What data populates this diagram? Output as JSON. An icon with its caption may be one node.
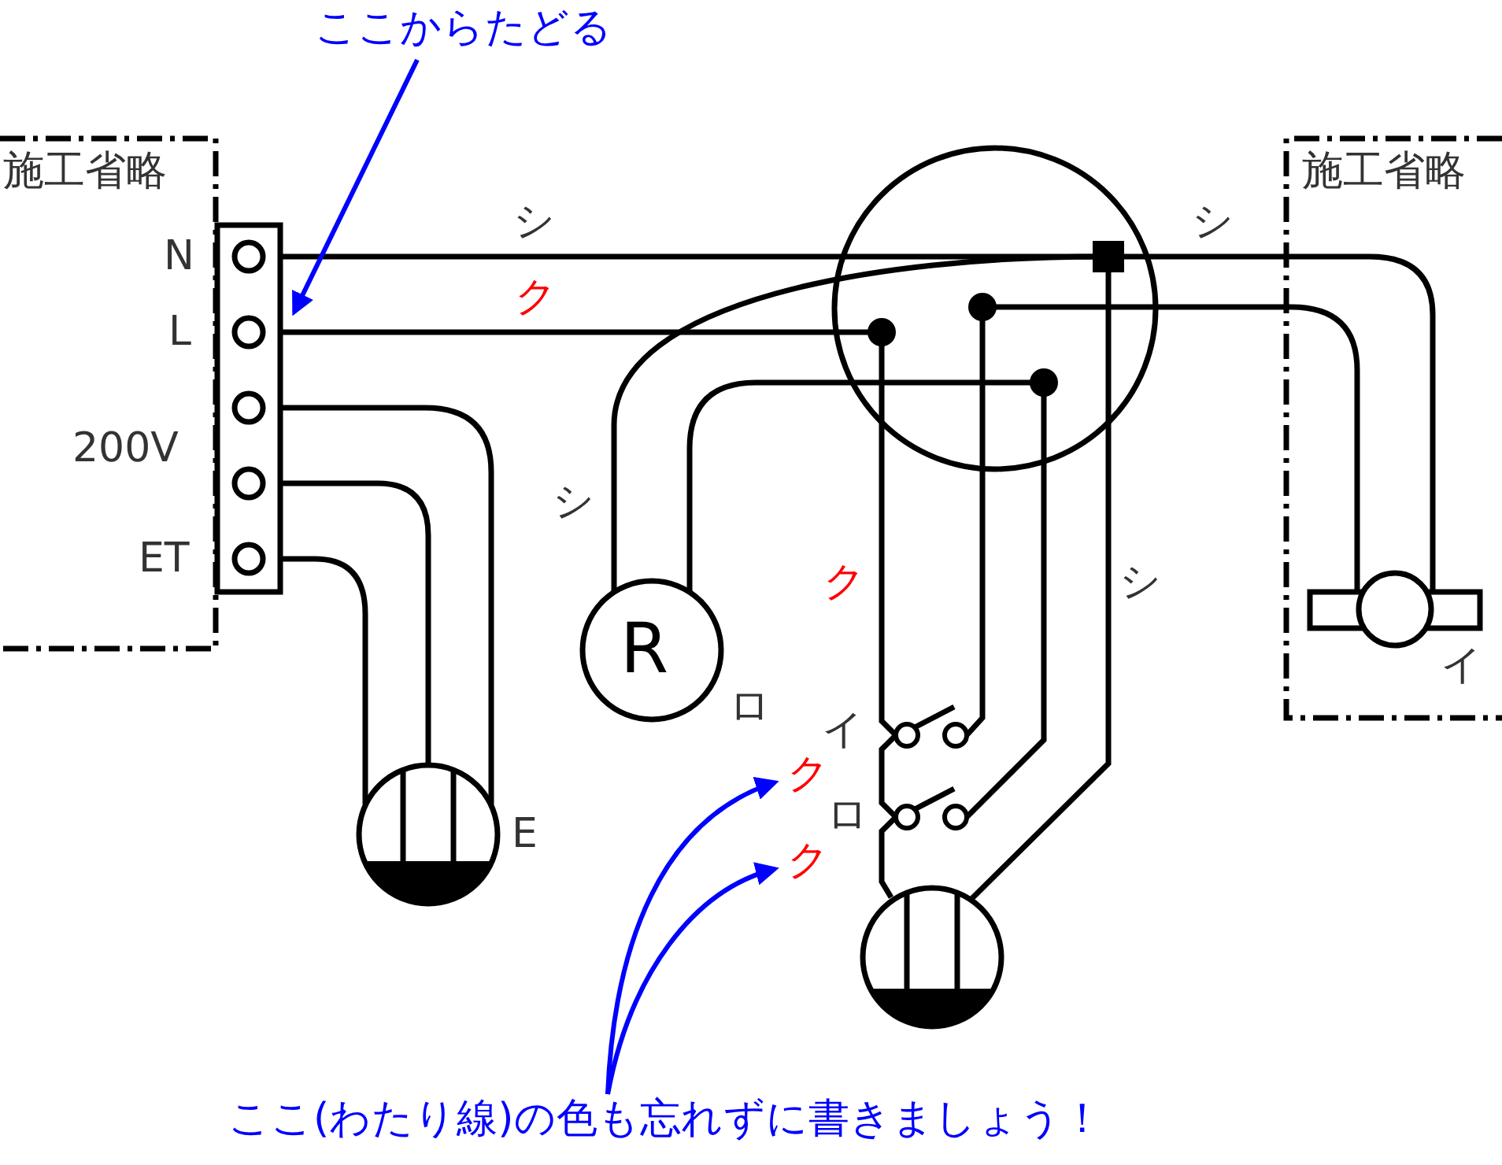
{
  "diagram": {
    "nodes": [
      {
        "text": [
          "施工省略"
        ]
      },
      {
        "text": [],
        "shape": "box"
      },
      {
        "text": [
          "施工省略"
        ]
      },
      {
        "text": [],
        "shape": "circle"
      },
      {
        "text": [
          "R"
        ],
        "beside": [
          "ロ"
        ]
      },
      {
        "text": [],
        "shape": "circle",
        "beside": [
          "E"
        ]
      },
      {
        "text": [],
        "shape": "switch"
      },
      {
        "text": [],
        "shape": "switch",
        "beside": [
          "ロ"
        ]
      },
      {
        "text": [],
        "shape": "circle"
      },
      {
        "text": [],
        "shape": "circle",
        "in": 2,
        "beside": [
          "イ"
        ]
      },
      {
        "text": [
          "ここからたどる"
        ]
      },
      {
        "text": [
          "ここ(わたり線)の色も忘れずに書きましょう！"
        ]
      },
      {
        "text": [
          "ク"
        ]
      },
      {
        "text": [
          "ク"
        ]
      }
    ],
    "edges": [
      {
        "from": 1,
        "to": 3,
        "arrow": "none"
      },
      {
        "from": 1,
        "to": 3,
        "arrow": "none"
      },
      {
        "from": 1,
        "to": 5,
        "arrow": "none"
      },
      {
        "from": 1,
        "to": 5,
        "arrow": "none"
      },
      {
        "from": 1,
        "to": 5,
        "arrow": "none"
      },
      {
        "from": 3,
        "to": 9,
        "arrow": "none"
      },
      {
        "from": 3,
        "to": 9,
        "arrow": "none"
      },
      {
        "from": 3,
        "to": 4,
        "arrow": "none"
      },
      {
        "from": 3,
        "to": 4,
        "arrow": "none"
      },
      {
        "from": 3,
        "to": 6,
        "arrow": "none"
      },
      {
        "from": 6,
        "to": 7,
        "arrow": "none"
      },
      {
        "from": 7,
        "to": 8,
        "arrow": "none"
      },
      {
        "from": 6,
        "to": 3,
        "arrow": "none"
      },
      {
        "from": 7,
        "to": 3,
        "arrow": "none"
      },
      {
        "from": 3,
        "to": 8,
        "arrow": "none"
      },
      {
        "from": 10,
        "to": 1,
        "arrow": "to",
        "color": "#0000ff"
      },
      {
        "from": 11,
        "to": 12,
        "arrow": "to",
        "color": "#0000ff"
      },
      {
        "from": 11,
        "to": 13,
        "arrow": "to",
        "color": "#0000ff"
      }
    ],
    "labels": [
      "シ",
      "シ",
      "N",
      "ク",
      "L",
      "200V",
      "シ",
      "ET",
      "ク",
      "シ",
      "イ"
    ]
  }
}
